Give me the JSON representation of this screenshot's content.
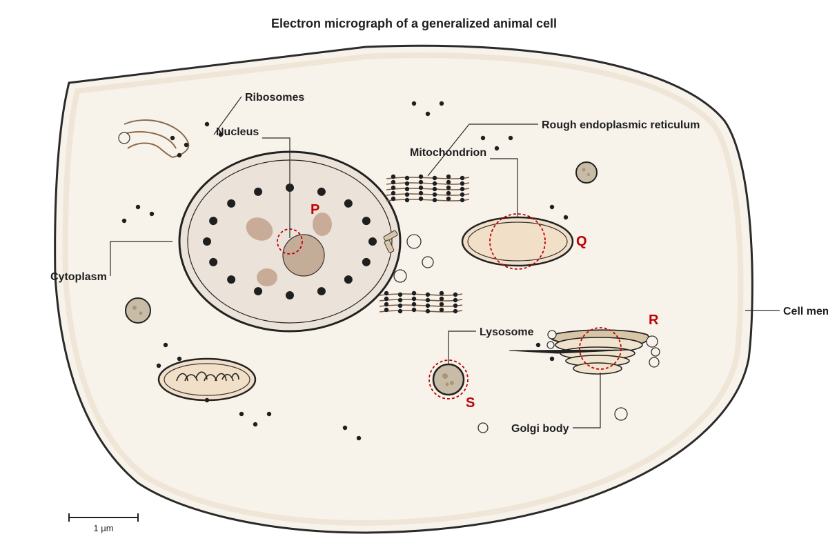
{
  "title": "Electron micrograph of a generalized animal cell",
  "labels": {
    "ribosomes": "Ribosomes",
    "nucleus": "Nucleus",
    "rough_er": "Rough endoplasmic reticulum",
    "mitochondrion": "Mitochondrion",
    "cytoplasm": "Cytoplasm",
    "cell_membrane": "Cell membrane",
    "lysosome": "Lysosome",
    "golgi": "Golgi body"
  },
  "markers": {
    "p": "P",
    "q": "Q",
    "r": "R",
    "s": "S"
  },
  "scale_bar": {
    "label": "1 μm"
  },
  "colors": {
    "cytoplasm": "#f7f2ea",
    "nucleus": "#ebe3d9",
    "highlight": "#c00000",
    "mito_fill": "#f1dfc8",
    "outline": "#222222"
  }
}
